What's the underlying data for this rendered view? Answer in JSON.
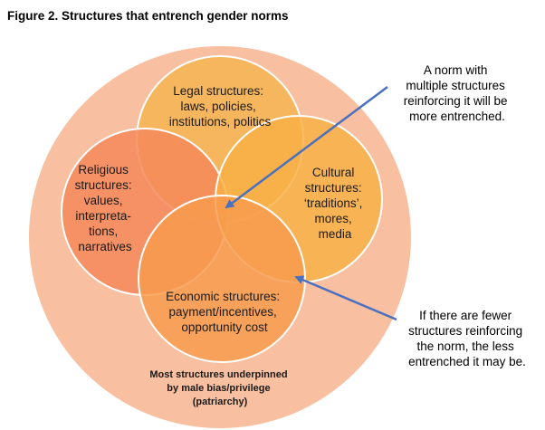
{
  "figure": {
    "title": "Figure 2. Structures that entrench gender norms"
  },
  "colors": {
    "outer_circle": "#f8bfa0",
    "legal": "#f6b452",
    "religious": "#f4895a",
    "cultural": "#f8b043",
    "economic": "#f79b4d",
    "arrow": "#4a70c0",
    "circle_stroke": "#ffffff"
  },
  "circles": {
    "legal": [
      "Legal structures:",
      "laws, policies,",
      "institutions, politics"
    ],
    "religious": [
      "Religious",
      "structures:",
      "values,",
      "interpreta-",
      "tions,",
      "narratives"
    ],
    "cultural": [
      "Cultural",
      "structures:",
      "‘traditions’,",
      "mores,",
      "media"
    ],
    "economic": [
      "Economic structures:",
      "payment/incentives,",
      "opportunity cost"
    ]
  },
  "base_label": [
    "Most structures underpinned",
    "by male bias/privilege",
    "(patriarchy)"
  ],
  "annotations": {
    "top": [
      "A norm with",
      "multiple structures",
      "reinforcing it will be",
      "more entrenched."
    ],
    "bottom": [
      "If there are fewer",
      "structures reinforcing",
      "the norm, the less",
      "entrenched it may be."
    ]
  }
}
